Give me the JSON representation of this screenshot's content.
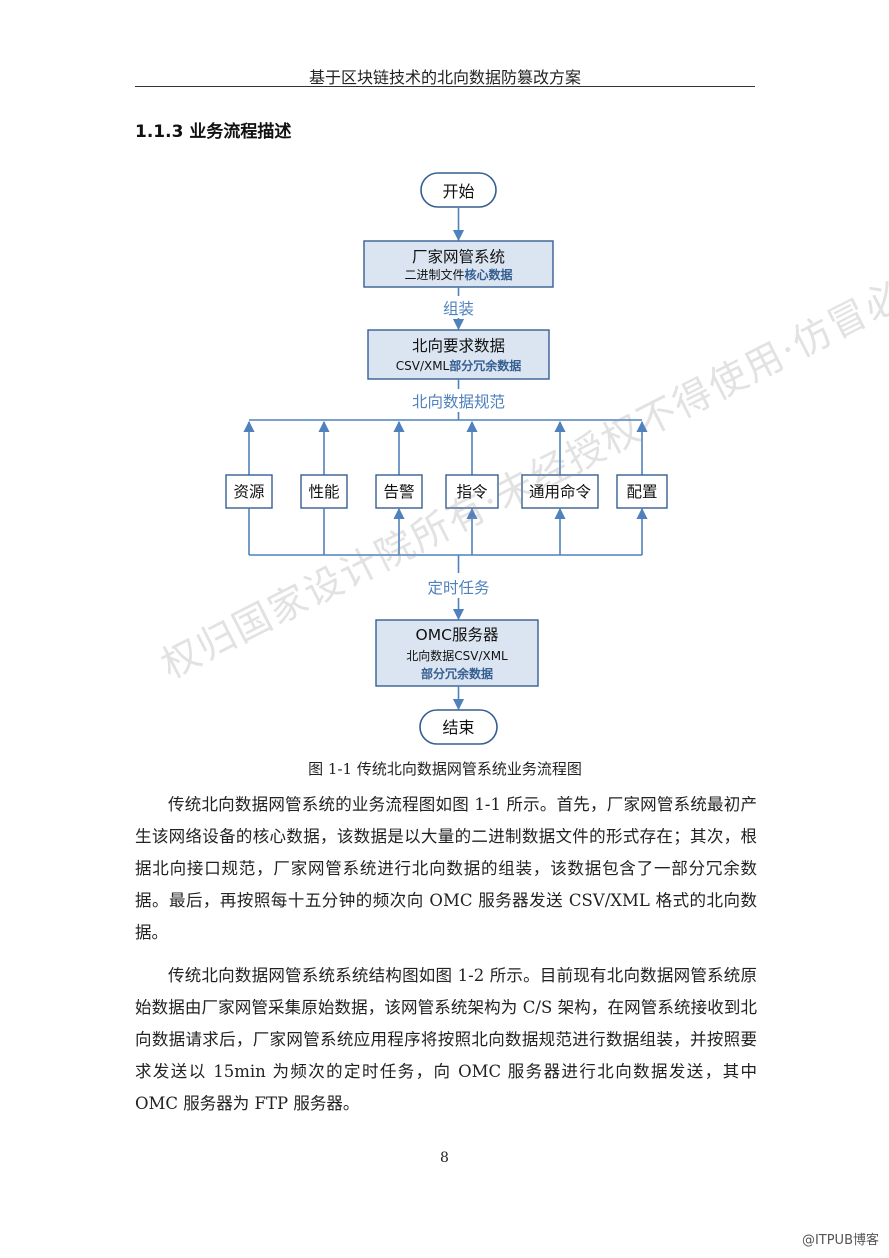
{
  "header": {
    "running_title": "基于区块链技术的北向数据防篡改方案"
  },
  "section": {
    "title": "1.1.3 业务流程描述"
  },
  "flowchart": {
    "start": "开始",
    "vendor_box": {
      "title": "厂家网管系统",
      "line2_plain": "二进制文件",
      "line2_bold": "核心数据"
    },
    "assemble_label": "组装",
    "northbound_box": {
      "title": "北向要求数据",
      "line2_plain": "CSV/XML",
      "line2_bold": "部分冗余数据"
    },
    "spec_label": "北向数据规范",
    "categories": [
      "资源",
      "性能",
      "告警",
      "指令",
      "通用命令",
      "配置"
    ],
    "timer_label": "定时任务",
    "omc_box": {
      "title": "OMC服务器",
      "line2": "北向数据CSV/XML",
      "line3": "部分冗余数据"
    },
    "end": "结束"
  },
  "caption": "图 1-1  传统北向数据网管系统业务流程图",
  "paragraphs": [
    "传统北向数据网管系统的业务流程图如图 1-1 所示。首先，厂家网管系统最初产生该网络设备的核心数据，该数据是以大量的二进制数据文件的形式存在；其次，根据北向接口规范，厂家网管系统进行北向数据的组装，该数据包含了一部分冗余数据。最后，再按照每十五分钟的频次向 OMC 服务器发送 CSV/XML 格式的北向数据。",
    "传统北向数据网管系统系统结构图如图 1-2 所示。目前现有北向数据网管系统原始数据由厂家网管采集原始数据，该网管系统架构为 C/S 架构，在网管系统接收到北向数据请求后，厂家网管系统应用程序将按照北向数据规范进行数据组装，并按照要求发送以 15min 为频次的定时任务，向 OMC 服务器进行北向数据发送，其中 OMC 服务器为 FTP 服务器。"
  ],
  "page_number": "8",
  "watermark": "权归国家设计院所有·未经授权不得使用·仿冒必究",
  "site_badge": "@ITPUB博客"
}
